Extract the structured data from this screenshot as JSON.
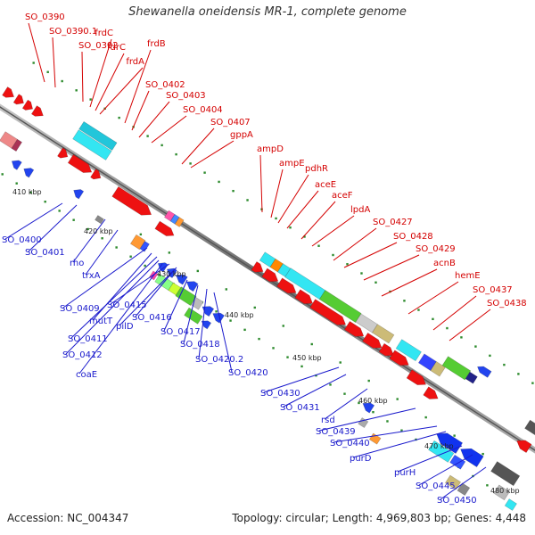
{
  "title": "Shewanella oneidensis MR-1, complete genome",
  "footer": {
    "accession": "Accession: NC_004347",
    "summary": "Topology: circular; Length: 4,969,803 bp; Genes: 4,448"
  },
  "colors": {
    "top_label": "#d40000",
    "bottom_label": "#1a1acc",
    "backbone": "#7a7a7a",
    "tick": "#2e8b2e"
  },
  "scale_labels": [
    "410 kbp",
    "420 kbp",
    "430 kbp",
    "440 kbp",
    "450 kbp",
    "460 kbp",
    "470 kbp",
    "480 kbp"
  ],
  "top_labels": [
    "SO_0390",
    "SO_0390.1",
    "SO_0392",
    "frdC",
    "fdrC",
    "frdA",
    "frdB",
    "SO_0402",
    "SO_0403",
    "SO_0404",
    "SO_0407",
    "gppA",
    "ampD",
    "ampE",
    "pdhR",
    "aceE",
    "aceF",
    "lpdA",
    "SO_0427",
    "SO_0428",
    "SO_0429",
    "acnB",
    "hemE",
    "SO_0437",
    "SO_0438"
  ],
  "bottom_labels": [
    "SO_0400",
    "SO_0401",
    "rho",
    "trxA",
    "SO_0409",
    "mutT",
    "SO_0411",
    "SO_0412",
    "coaE",
    "SO_0415",
    "pilD",
    "SO_0416",
    "SO_0417",
    "SO_0418",
    "SO_0420.2",
    "SO_0420",
    "SO_0430",
    "SO_0431",
    "rsd",
    "SO_0439",
    "SO_0440",
    "purD",
    "purH",
    "SO_0445",
    "SO_0450"
  ]
}
